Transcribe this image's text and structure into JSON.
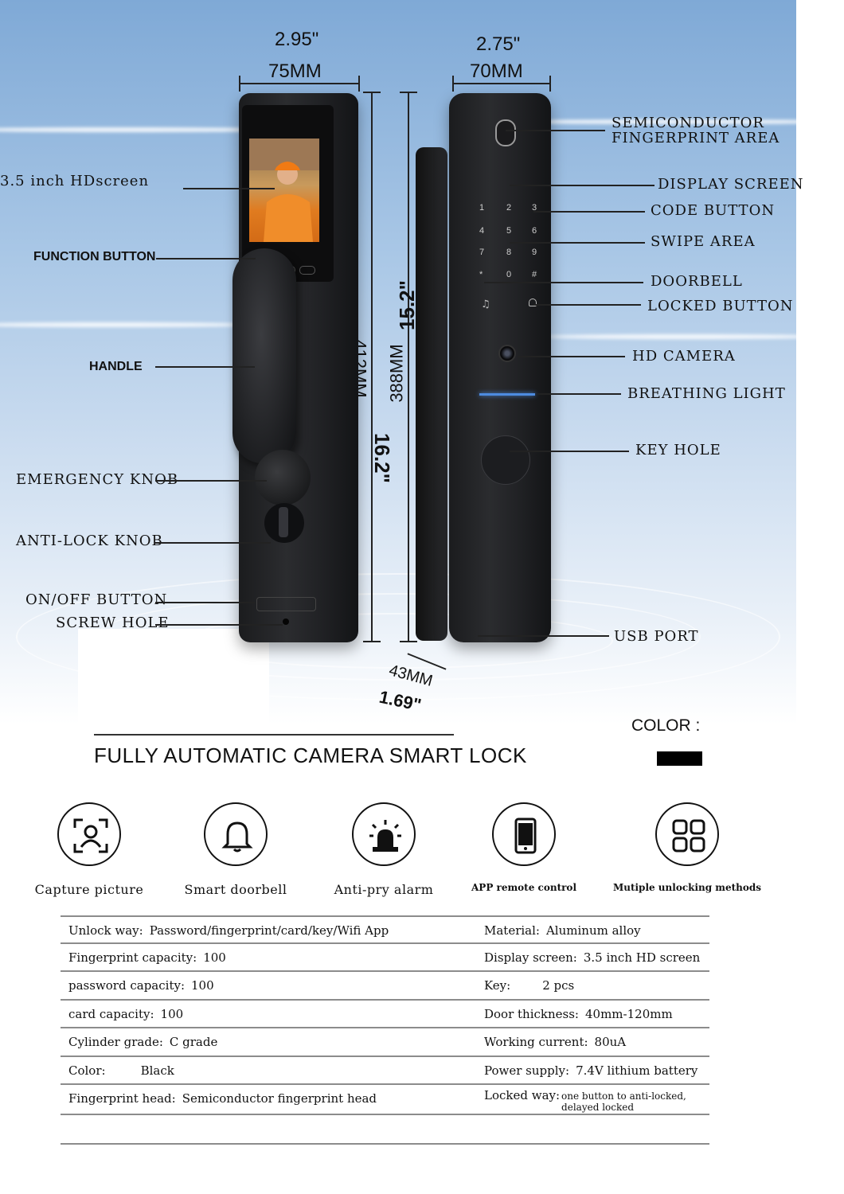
{
  "dimensions": {
    "front_width_in": "2.95\"",
    "front_width_mm": "75MM",
    "back_width_in": "2.75\"",
    "back_width_mm": "70MM",
    "height_total_mm": "412MM",
    "height_inner_mm": "388MM",
    "height_upper_in": "15.2\"",
    "height_lower_in": "16.2\"",
    "depth_mm": "43MM",
    "depth_in": "1.69\""
  },
  "left_labels": {
    "screen": "3.5 inch HDscreen",
    "function_button": "FUNCTION BUTTON",
    "handle": "HANDLE",
    "emergency_knob": "EMERGENCY KNOB",
    "anti_lock_knob": "ANTI-LOCK KNOB",
    "onoff_button": "ON/OFF BUTTON",
    "screw_hole": "SCREW HOLE"
  },
  "right_labels": {
    "fingerprint_1": "SEMICONDUCTOR",
    "fingerprint_2": "FINGERPRINT AREA",
    "display_screen": "DISPLAY SCREEN",
    "code_button": "CODE BUTTON",
    "swipe_area": "SWIPE AREA",
    "doorbell": "DOORBELL",
    "locked_button": "LOCKED BUTTON",
    "hd_camera": "HD CAMERA",
    "breathing_light": "BREATHING LIGHT",
    "key_hole": "KEY HOLE",
    "usb_port": "USB PORT"
  },
  "keypad": [
    "1",
    "2",
    "3",
    "4",
    "5",
    "6",
    "7",
    "8",
    "9",
    "*",
    "0",
    "#"
  ],
  "title": "FULLY AUTOMATIC CAMERA SMART LOCK",
  "color_label": "COLOR :",
  "swatch_color": "#000000",
  "features": [
    {
      "icon": "face-capture-icon",
      "label": "Capture picture"
    },
    {
      "icon": "bell-icon",
      "label": "Smart doorbell"
    },
    {
      "icon": "alarm-siren-icon",
      "label": "Anti-pry alarm"
    },
    {
      "icon": "smartphone-icon",
      "label": "APP remote control"
    },
    {
      "icon": "grid-icon",
      "label": "Mutiple unlocking methods"
    }
  ],
  "specs": [
    {
      "lk": "Unlock way:",
      "lv": "Password/fingerprint/card/key/Wifi App",
      "rk": "Material:",
      "rv": "Aluminum alloy"
    },
    {
      "lk": "Fingerprint capacity:",
      "lv": "100",
      "rk": "Display screen:",
      "rv": "3.5 inch HD screen"
    },
    {
      "lk": "password capacity:",
      "lv": "100",
      "rk": "Key:",
      "rv": "2 pcs"
    },
    {
      "lk": "card capacity:",
      "lv": "100",
      "rk": "Door thickness:",
      "rv": "40mm-120mm"
    },
    {
      "lk": "Cylinder grade:",
      "lv": "C grade",
      "rk": "Working current:",
      "rv": "80uA"
    },
    {
      "lk": "Color:",
      "lv": "Black",
      "rk": "Power supply:",
      "rv": "7.4V lithium battery"
    },
    {
      "lk": "Fingerprint head:",
      "lv": "Semiconductor fingerprint head",
      "rk": "Locked way:",
      "rv1": "one button to anti-locked,",
      "rv2": "delayed locked"
    }
  ]
}
